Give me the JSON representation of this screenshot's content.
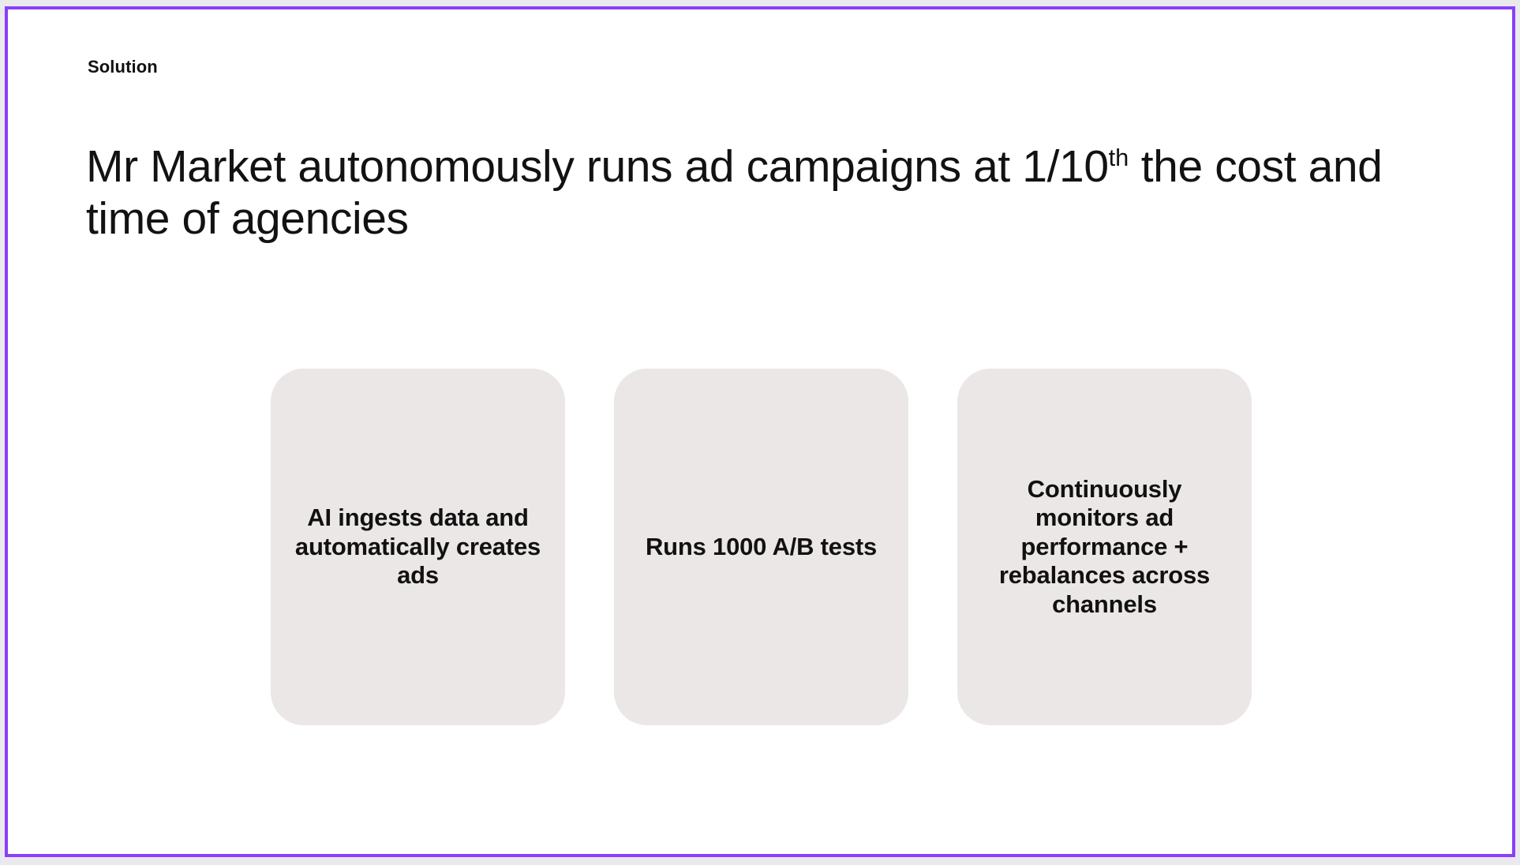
{
  "slide": {
    "eyebrow": "Solution",
    "headline_before": "Mr Market autonomously runs ad campaigns at 1/10",
    "headline_superscript": "th",
    "headline_after": " the cost and time of agencies",
    "accent_color": "#8a3ffa",
    "canvas_color": "#ffffff",
    "mat_color": "#e9e9ee",
    "card_color": "#ebe7e6",
    "text_color": "#111111"
  },
  "cards": [
    {
      "text": "AI ingests data and automatically creates ads"
    },
    {
      "text": "Runs 1000 A/B tests"
    },
    {
      "text": "Continuously monitors ad performance + rebalances across channels"
    }
  ]
}
